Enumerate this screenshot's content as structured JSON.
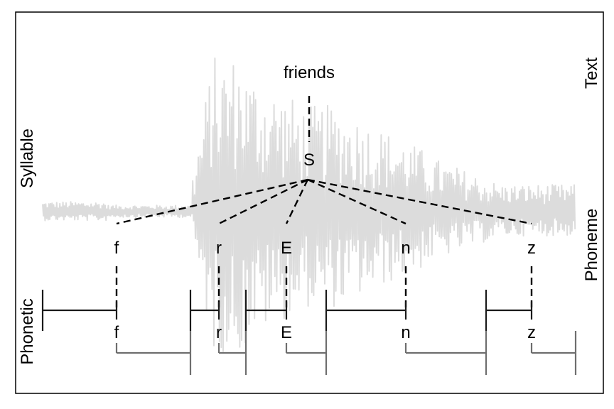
{
  "colors": {
    "waveform": "#dcdcdc",
    "link": "#000000",
    "phonetic_open": "#1a1a1a",
    "phonetic_close": "#6e6e6e",
    "frame": "#000000"
  },
  "tier_labels": {
    "text": "Text",
    "syllable": "Syllable",
    "phoneme": "Phoneme",
    "phonetic": "Phonetic"
  },
  "word": {
    "text": "friends"
  },
  "syllable": {
    "text": "S"
  },
  "phonemes": [
    {
      "text": "f"
    },
    {
      "text": "r"
    },
    {
      "text": "E"
    },
    {
      "text": "n"
    },
    {
      "text": "z"
    }
  ],
  "phones": [
    {
      "text": "f"
    },
    {
      "text": "r"
    },
    {
      "text": "E"
    },
    {
      "text": "n"
    },
    {
      "text": "z"
    }
  ]
}
